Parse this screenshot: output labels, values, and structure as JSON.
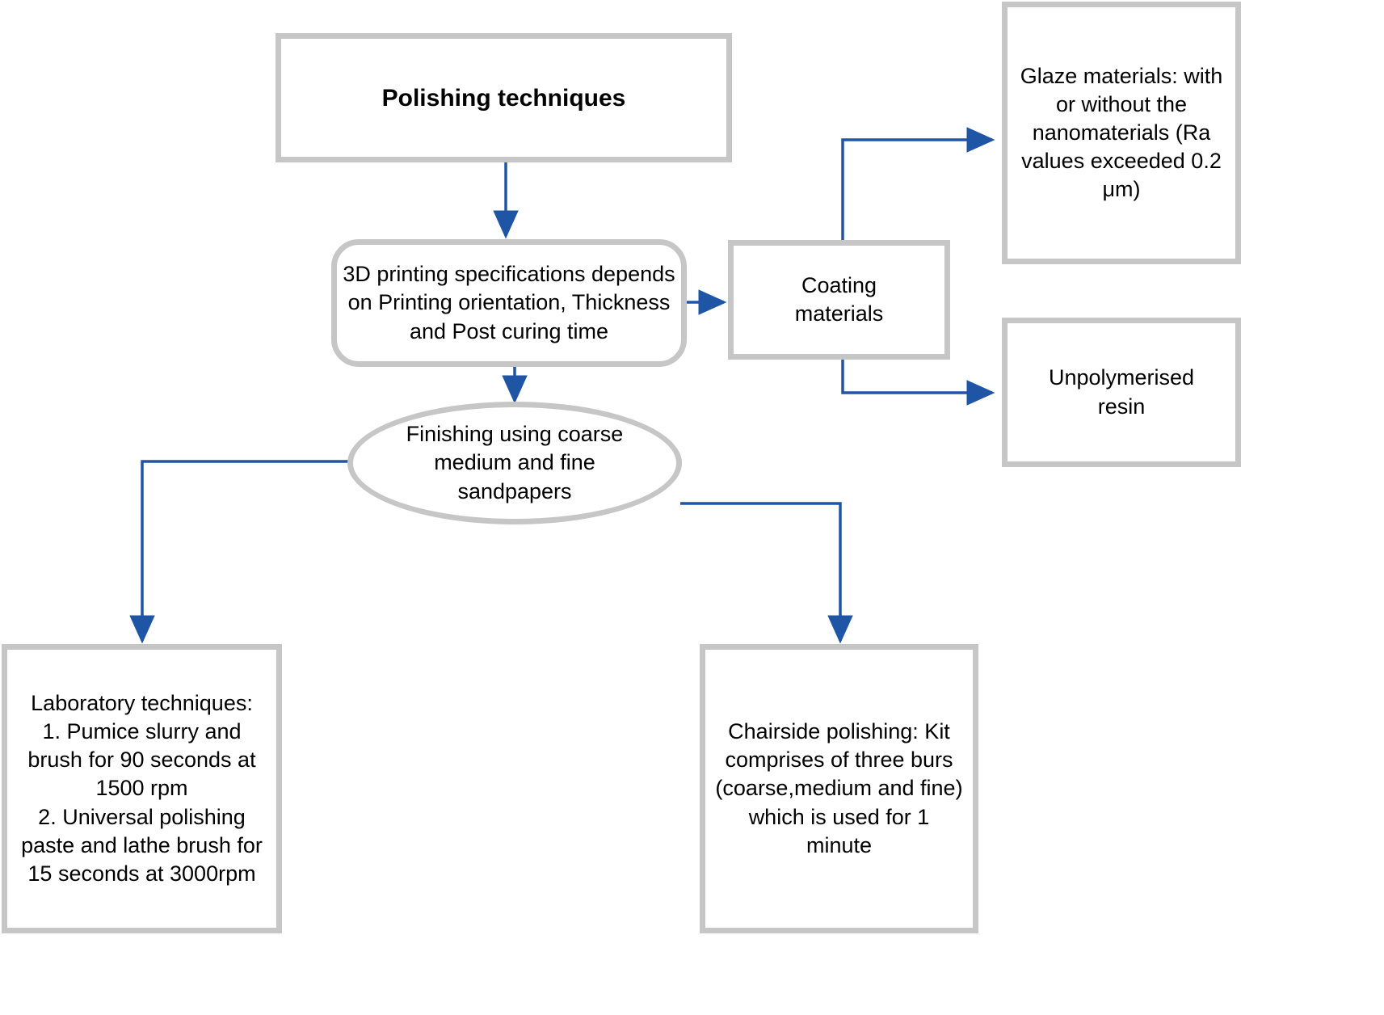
{
  "diagram": {
    "title": "Polishing techniques flowchart",
    "accent_color": "#1f55a5",
    "node_border_color": "#c6c6c6",
    "background_color": "#ffffff",
    "nodes": {
      "title": {
        "text": "Polishing techniques",
        "shape": "rectangle"
      },
      "spec": {
        "text": "3D printing specifications depends on Printing orientation, Thickness and Post curing time",
        "shape": "rounded-rectangle"
      },
      "coating": {
        "text": "Coating\nmaterials",
        "shape": "rectangle"
      },
      "glaze": {
        "text": "Glaze materials: with or without the nanomaterials (Ra values exceeded 0.2  μm)",
        "shape": "rectangle"
      },
      "resin": {
        "text": "Unpolymerised\nresin",
        "shape": "rectangle"
      },
      "finishing": {
        "text": "Finishing using coarse medium and fine sandpapers",
        "shape": "ellipse"
      },
      "lab": {
        "text": "Laboratory techniques:\n1. Pumice slurry and brush for 90 seconds at 1500 rpm\n2. Universal polishing paste and lathe brush for 15 seconds at 3000rpm",
        "shape": "rectangle"
      },
      "chairside": {
        "text": "Chairside polishing: Kit comprises of three burs (coarse,medium and fine) which is used for 1 minute",
        "shape": "rectangle"
      }
    },
    "edges": [
      {
        "from": "title",
        "to": "spec",
        "style": "straight-arrow-down"
      },
      {
        "from": "spec",
        "to": "coating",
        "style": "straight-arrow-right"
      },
      {
        "from": "coating",
        "to": "glaze",
        "style": "elbow-up-right-arrow"
      },
      {
        "from": "coating",
        "to": "resin",
        "style": "elbow-down-right-arrow"
      },
      {
        "from": "spec",
        "to": "finishing",
        "style": "straight-arrow-down"
      },
      {
        "from": "finishing",
        "to": "lab",
        "style": "elbow-left-down-arrow"
      },
      {
        "from": "finishing",
        "to": "chairside",
        "style": "elbow-right-down-arrow"
      }
    ]
  }
}
